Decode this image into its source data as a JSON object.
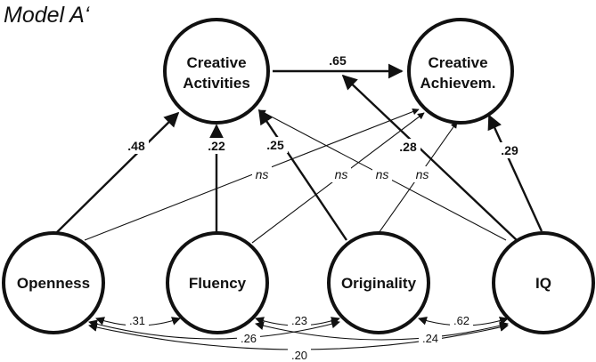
{
  "title": "Model A‘",
  "nodes": {
    "creative_activities": [
      "Creative",
      "Activities"
    ],
    "creative_achievement": [
      "Creative",
      "Achievem."
    ],
    "openness": "Openness",
    "fluency": "Fluency",
    "originality": "Originality",
    "iq": "IQ"
  },
  "paths": {
    "activities_to_achievement": ".65",
    "openness_to_activities": ".48",
    "fluency_to_activities": ".22",
    "originality_to_activities": ".25",
    "iq_to_achievement_via_activities_cross": ".28",
    "iq_to_achievement": ".29",
    "openness_to_achievement": "ns",
    "fluency_to_achievement": "ns",
    "iq_to_activities": "ns",
    "originality_to_achievement": "ns"
  },
  "correlations": {
    "openness_fluency": ".31",
    "fluency_originality": ".23",
    "originality_iq": ".62",
    "openness_originality": ".26",
    "fluency_iq": ".24",
    "openness_iq": ".20"
  }
}
